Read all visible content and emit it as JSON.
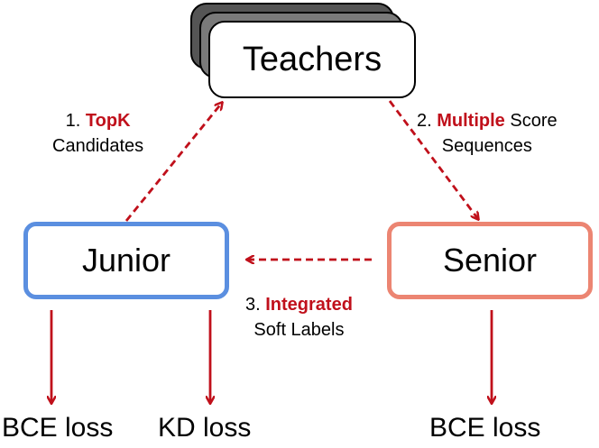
{
  "nodes": {
    "teachers": "Teachers",
    "junior": "Junior",
    "senior": "Senior"
  },
  "edges": {
    "topk": {
      "num": "1.",
      "highlight": "TopK",
      "rest": "Candidates"
    },
    "multiple": {
      "num": "2.",
      "highlight": "Multiple",
      "rest1": "Score",
      "rest2": "Sequences"
    },
    "integrated": {
      "num": "3.",
      "highlight": "Integrated",
      "rest": "Soft Labels"
    }
  },
  "losses": {
    "junior_bce": "BCE loss",
    "junior_kd": "KD loss",
    "senior_bce": "BCE loss"
  },
  "colors": {
    "arrow": "#c0101b",
    "junior_border": "#5b8fe0",
    "senior_border": "#ec8572",
    "highlight_text": "#c0101b"
  }
}
